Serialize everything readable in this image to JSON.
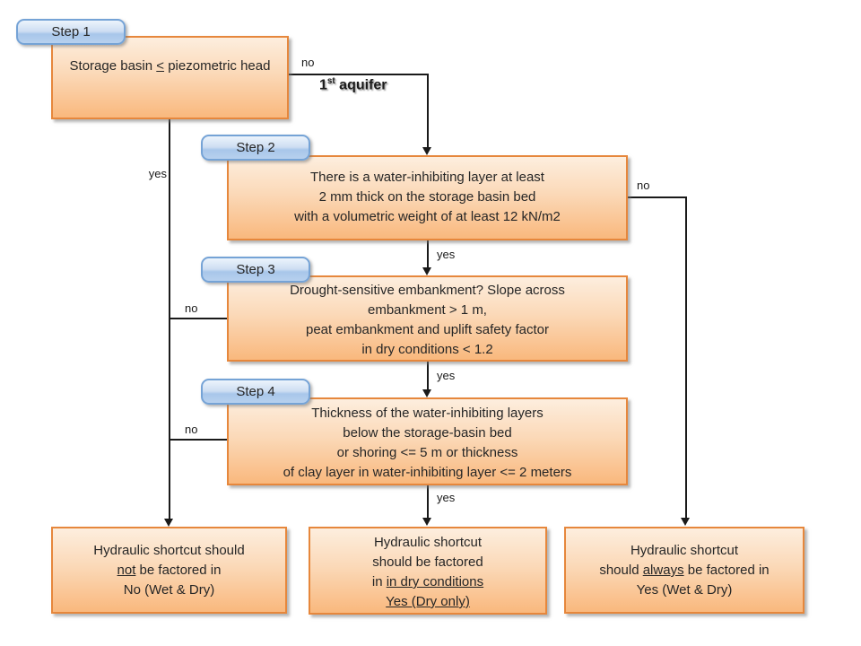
{
  "title": "Hydraulic shortcut decision flowchart",
  "colors": {
    "line": "#1a1a1a",
    "text": "#262626",
    "box_border": "#e6873c",
    "box_top": "#fdeede",
    "box_bottom": "#f9b87d",
    "badge_border": "#75a3d6",
    "badge_top": "#ecf4fc",
    "badge_mid": "#cdddf2",
    "badge_bottom": "#a8c6ea"
  },
  "badges": {
    "step1": "Step 1",
    "step2": "Step 2",
    "step3": "Step 3",
    "step4": "Step 4"
  },
  "boxes": {
    "step1": {
      "lines": [
        [
          {
            "t": "Storage basin "
          },
          {
            "t": "<",
            "u": true
          },
          {
            "t": " piezometric head"
          }
        ]
      ]
    },
    "step2": {
      "lines": [
        [
          {
            "t": "There is a water-inhibiting layer at least"
          }
        ],
        [
          {
            "t": "2 mm thick on the storage basin bed"
          }
        ],
        [
          {
            "t": "with a volumetric weight of at least 12 kN/m2"
          }
        ]
      ]
    },
    "step3": {
      "lines": [
        [
          {
            "t": "Drought-sensitive embankment? Slope across"
          }
        ],
        [
          {
            "t": "embankment > 1 m,"
          }
        ],
        [
          {
            "t": "peat embankment and uplift safety factor"
          }
        ],
        [
          {
            "t": "in dry conditions < 1.2"
          }
        ]
      ]
    },
    "step4": {
      "lines": [
        [
          {
            "t": "Thickness of the water-inhibiting layers"
          }
        ],
        [
          {
            "t": "below the storage-basin bed"
          }
        ],
        [
          {
            "t": "or shoring <= 5 m or thickness"
          }
        ],
        [
          {
            "t": "of clay layer in water-inhibiting layer <= 2 meters"
          }
        ]
      ]
    },
    "outcome_no": {
      "lines": [
        [
          {
            "t": "Hydraulic shortcut should"
          }
        ],
        [
          {
            "t": "not",
            "u": true
          },
          {
            "t": " be factored in"
          }
        ],
        [
          {
            "t": "No (Wet & Dry)"
          }
        ]
      ]
    },
    "outcome_dry": {
      "lines": [
        [
          {
            "t": "Hydraulic shortcut"
          }
        ],
        [
          {
            "t": "should be factored"
          }
        ],
        [
          {
            "t": "in "
          },
          {
            "t": "in dry conditions",
            "u": true
          }
        ],
        [
          {
            "t": "Yes (Dry only)",
            "u": true
          }
        ]
      ]
    },
    "outcome_yes": {
      "lines": [
        [
          {
            "t": "Hydraulic shortcut"
          }
        ],
        [
          {
            "t": "should "
          },
          {
            "t": "always",
            "u": true
          },
          {
            "t": " be factored in"
          }
        ],
        [
          {
            "t": "Yes (Wet & Dry)"
          }
        ]
      ]
    }
  },
  "connectors": {
    "step1_yes": "yes",
    "step1_no": "no",
    "aquifer_line": [
      [
        {
          "t": "1"
        },
        {
          "t": "st",
          "sup": true
        },
        {
          "t": " aquifer"
        }
      ]
    ],
    "step2_yes": "yes",
    "step2_no": "no",
    "step3_no": "no",
    "step3_yes": "yes",
    "step4_no": "no",
    "step4_yes": "yes"
  }
}
